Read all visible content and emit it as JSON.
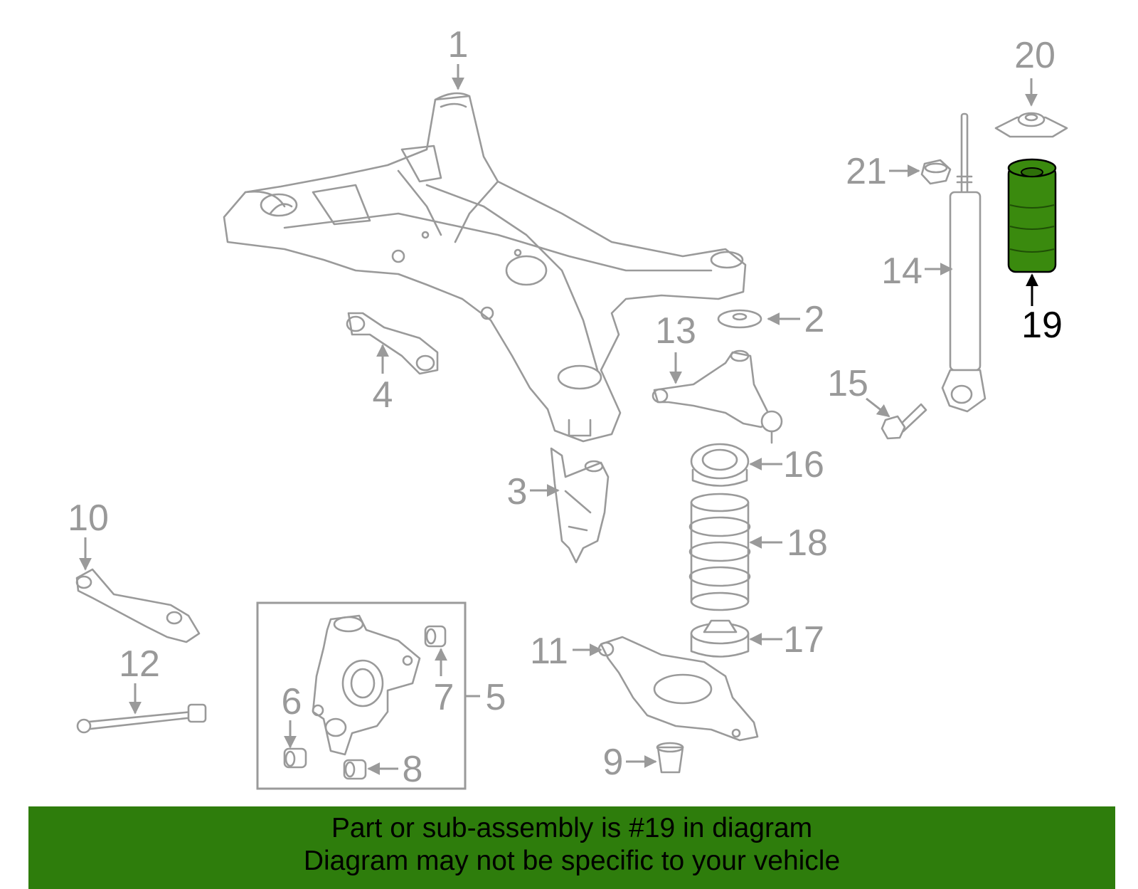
{
  "diagram": {
    "highlighted_part": "19",
    "highlight_color": "#3a8a0e",
    "banner_color": "#2e7d0c",
    "callouts": [
      "1",
      "2",
      "3",
      "4",
      "5",
      "6",
      "7",
      "8",
      "9",
      "10",
      "11",
      "12",
      "13",
      "14",
      "15",
      "16",
      "17",
      "18",
      "19",
      "20",
      "21"
    ]
  },
  "banner": {
    "line1": "Part or sub-assembly is #19 in diagram",
    "line2": "Diagram may not be specific to your vehicle"
  }
}
